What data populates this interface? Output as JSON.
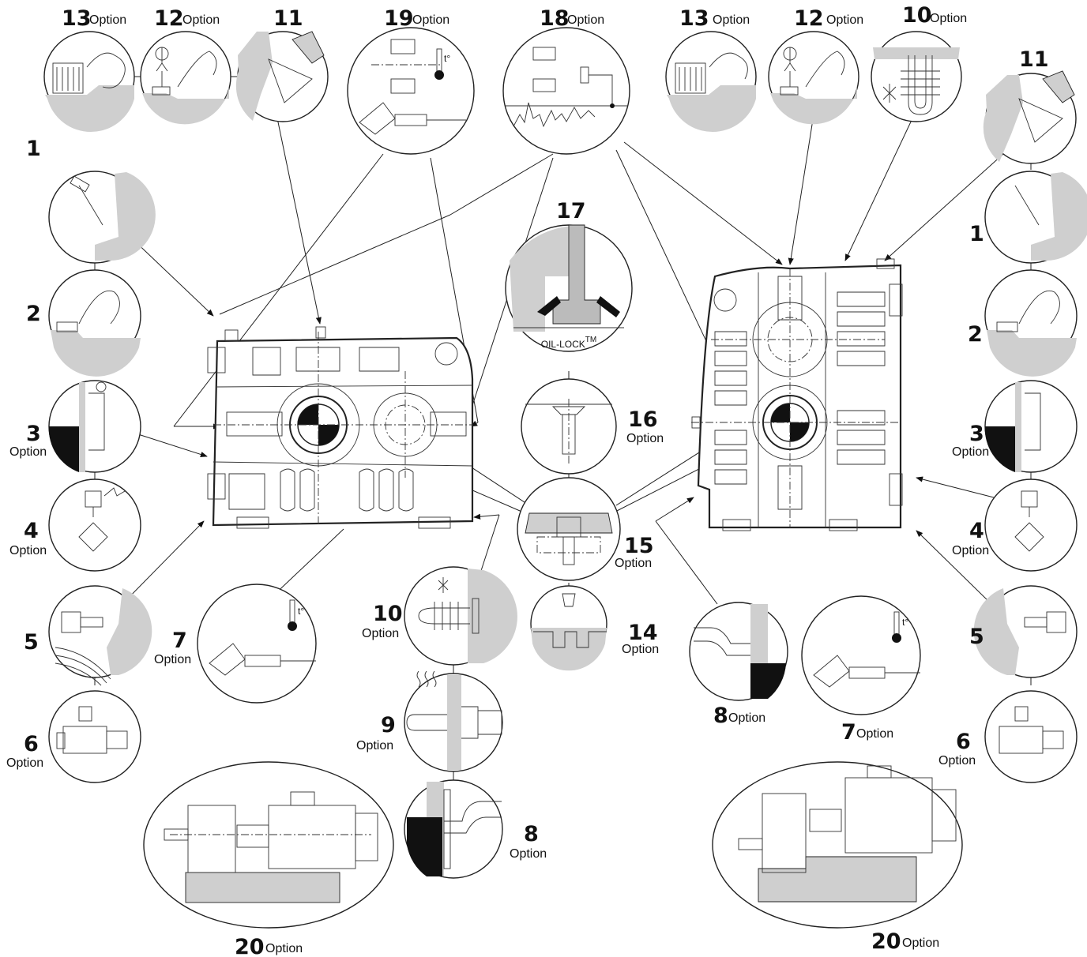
{
  "diagram": {
    "option_text": "Option",
    "oil_lock_label": "OIL-LOCK",
    "oil_lock_tm": "TM",
    "callouts": [
      {
        "n": "13",
        "option": true
      },
      {
        "n": "12",
        "option": true
      },
      {
        "n": "11",
        "option": false
      },
      {
        "n": "19",
        "option": true
      },
      {
        "n": "18",
        "option": true
      },
      {
        "n": "13",
        "option": true
      },
      {
        "n": "12",
        "option": true
      },
      {
        "n": "10",
        "option": true
      },
      {
        "n": "11",
        "option": false
      },
      {
        "n": "1",
        "option": false
      },
      {
        "n": "2",
        "option": false
      },
      {
        "n": "3",
        "option": true
      },
      {
        "n": "4",
        "option": true
      },
      {
        "n": "5",
        "option": false
      },
      {
        "n": "6",
        "option": true
      },
      {
        "n": "7",
        "option": true
      },
      {
        "n": "17",
        "option": false
      },
      {
        "n": "16",
        "option": true
      },
      {
        "n": "15",
        "option": true
      },
      {
        "n": "14",
        "option": true
      },
      {
        "n": "10",
        "option": true
      },
      {
        "n": "9",
        "option": true
      },
      {
        "n": "8",
        "option": true
      },
      {
        "n": "20",
        "option": true
      },
      {
        "n": "1",
        "option": false
      },
      {
        "n": "2",
        "option": false
      },
      {
        "n": "3",
        "option": true
      },
      {
        "n": "4",
        "option": true
      },
      {
        "n": "5",
        "option": false
      },
      {
        "n": "6",
        "option": true
      },
      {
        "n": "8",
        "option": true
      },
      {
        "n": "7",
        "option": true
      },
      {
        "n": "20",
        "option": true
      }
    ]
  }
}
